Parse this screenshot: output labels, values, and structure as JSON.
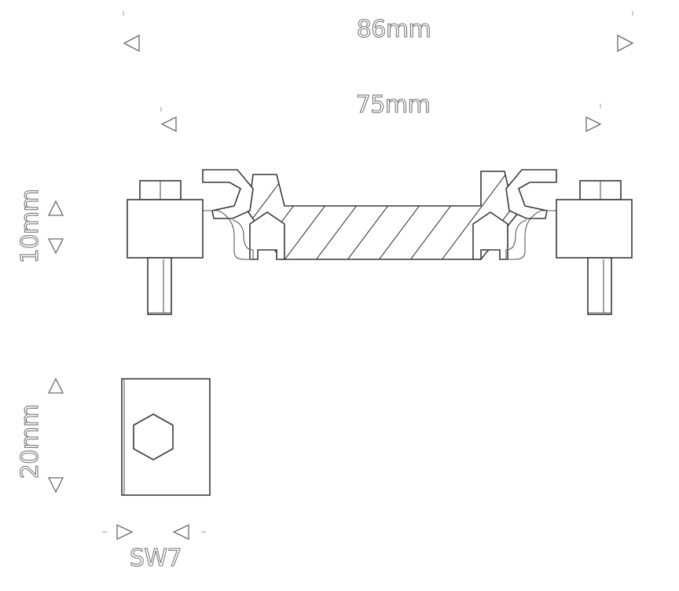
{
  "dimensions": {
    "overall_width": "86mm",
    "inner_width": "75mm",
    "height": "10mm",
    "nut_height": "20mm",
    "wrench_size": "SW7"
  },
  "colors": {
    "line": "#3a3a3a",
    "dimension": "#7a7a7a"
  }
}
